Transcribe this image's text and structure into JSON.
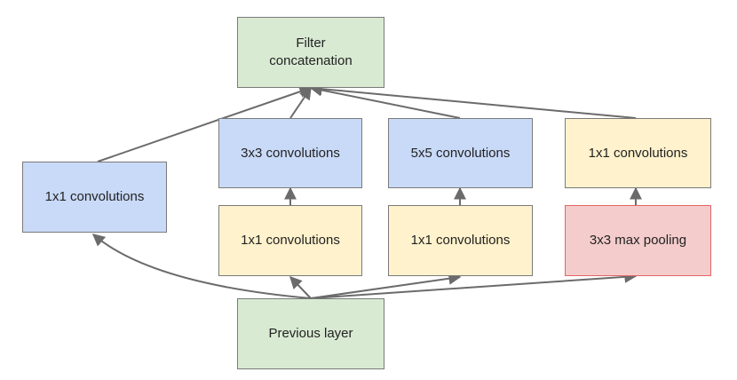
{
  "diagram": {
    "colors": {
      "green": "#d9ead3",
      "blue": "#c9daf8",
      "yellow": "#fff2cc",
      "red_fill": "#f4cccc",
      "red_border": "#e06666",
      "edge": "#6b6b6b"
    },
    "nodes": {
      "filter_concat": "Filter\nconcatenation",
      "conv1x1_left": "1x1 convolutions",
      "conv3x3": "3x3 convolutions",
      "conv5x5": "5x5 convolutions",
      "conv1x1_right": "1x1 convolutions",
      "conv1x1_reduce_3x3": "1x1 convolutions",
      "conv1x1_reduce_5x5": "1x1 convolutions",
      "maxpool3x3": "3x3 max pooling",
      "previous_layer": "Previous layer"
    }
  }
}
